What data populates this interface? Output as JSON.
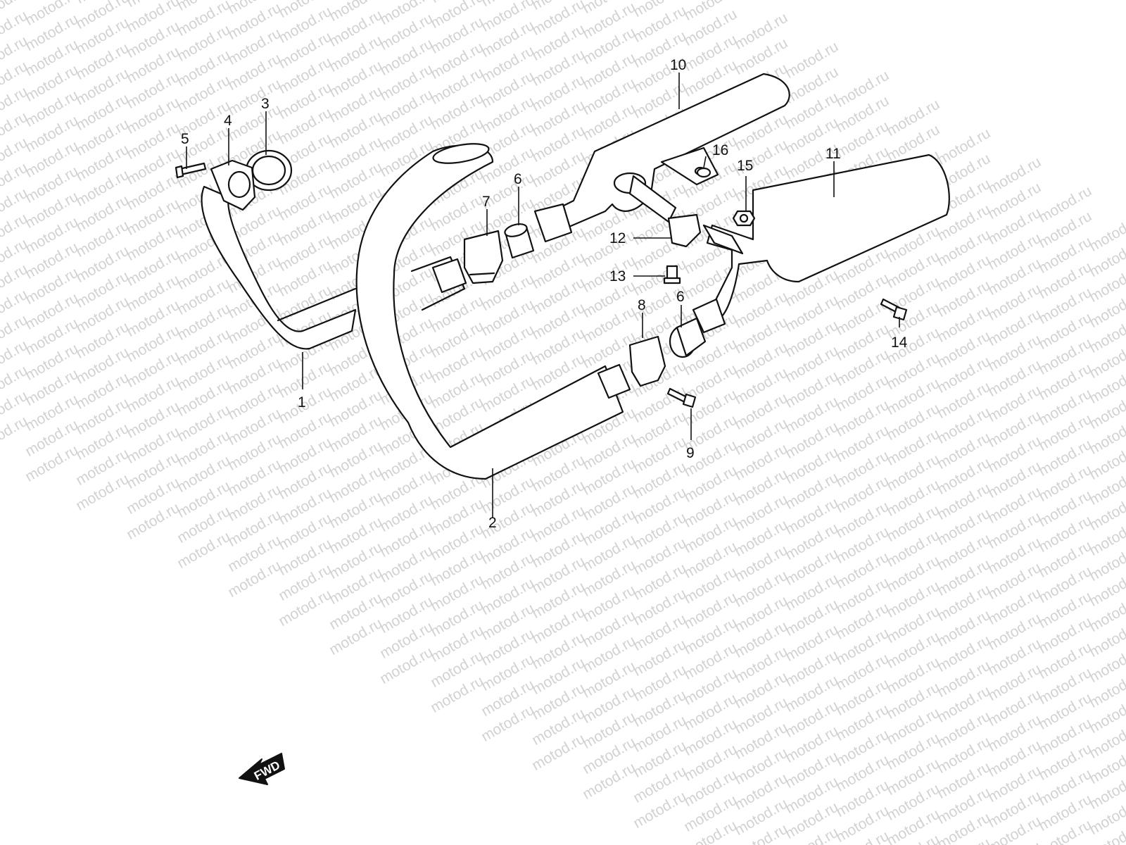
{
  "watermark": {
    "text": "motod.ru"
  },
  "fwd": {
    "label": "FWD"
  },
  "callouts": {
    "p1": "1",
    "p2": "2",
    "p3": "3",
    "p4": "4",
    "p5": "5",
    "p6a": "6",
    "p6b": "6",
    "p7": "7",
    "p8": "8",
    "p9": "9",
    "p10": "10",
    "p11": "11",
    "p12": "12",
    "p13": "13",
    "p14": "14",
    "p15": "15",
    "p16": "16"
  },
  "colors": {
    "line": "#111111",
    "watermark": "#d2d2d2",
    "background": "#ffffff"
  }
}
